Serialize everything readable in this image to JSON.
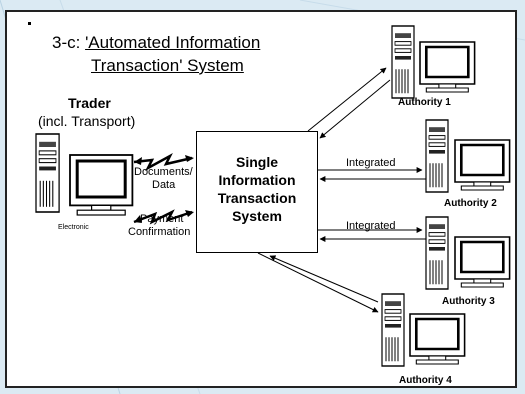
{
  "slide": {
    "title_prefix": "3-c: ",
    "title_line1": "'Automated Information",
    "title_line2": "Transaction' System"
  },
  "trader": {
    "title": "Trader",
    "subtitle": "(incl. Transport)",
    "sublabel": "Electronic"
  },
  "center": {
    "line1": "Single",
    "line2": "Information",
    "line3": "Transaction",
    "line4": "System"
  },
  "links": {
    "documents_line1": "Documents/",
    "documents_line2": "Data",
    "payment_line1": "Payment",
    "payment_line2": "Confirmation",
    "integrated_2": "Integrated",
    "integrated_3": "Integrated"
  },
  "authorities": {
    "a1": "Authority 1",
    "a2": "Authority 2",
    "a3": "Authority 3",
    "a4": "Authority 4"
  },
  "colors": {
    "background": "#dbeaf3",
    "frame": "#ffffff",
    "ink": "#000000"
  }
}
